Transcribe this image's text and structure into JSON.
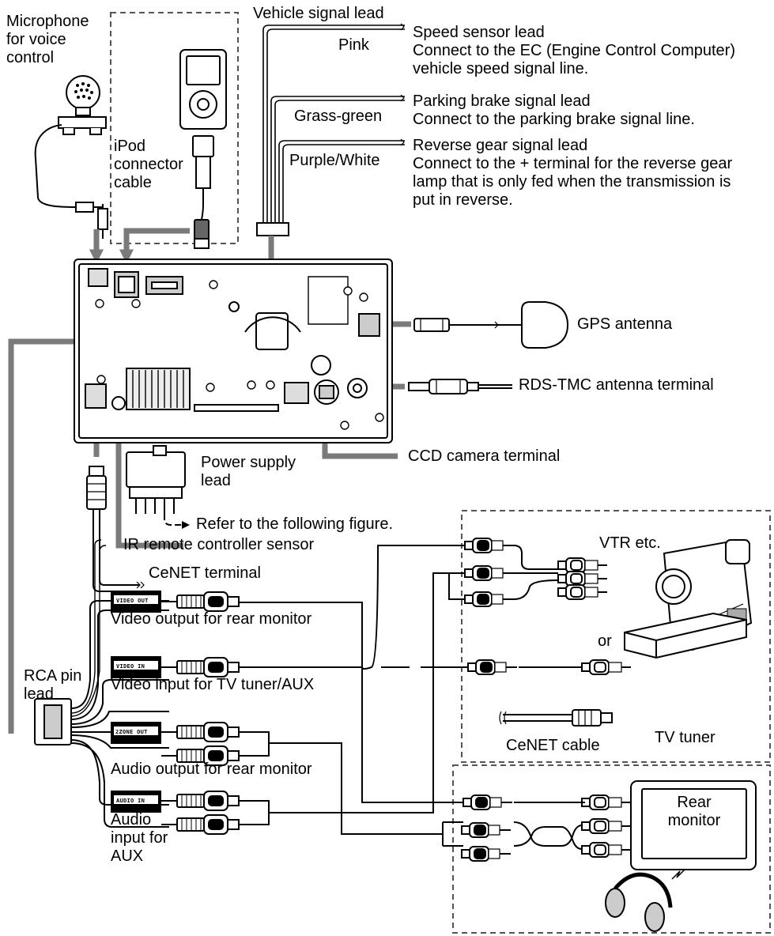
{
  "labels": {
    "mic": "Microphone\nfor voice\ncontrol",
    "ipod_cable": "iPod\nconnector\ncable",
    "vehicle_signal": "Vehicle signal lead",
    "pink": "Pink",
    "grass_green": "Grass-green",
    "purple_white": "Purple/White",
    "speed_title": "Speed sensor lead",
    "speed_desc": "Connect to the EC (Engine Control Computer)\nvehicle speed signal line.",
    "parking_title": "Parking brake signal lead",
    "parking_desc": "Connect to the parking brake signal line.",
    "reverse_title": "Reverse gear signal lead",
    "reverse_desc": "Connect to the + terminal for the reverse gear\nlamp that is only fed when the transmission is\nput in reverse.",
    "gps": "GPS antenna",
    "rds": "RDS-TMC antenna terminal",
    "ccd": "CCD camera terminal",
    "power": "Power supply\nlead",
    "refer": "Refer to the following figure.",
    "ir": "IR remote controller sensor",
    "cenet_terminal": "CeNET terminal",
    "rca": "RCA pin\nlead",
    "video_out_desc": "Video output for rear monitor",
    "video_in_desc": "Video input for TV tuner/AUX",
    "audio_out_desc": "Audio output for rear monitor",
    "audio_in_desc": "Audio\ninput for\nAUX",
    "vtr": "VTR etc.",
    "or": "or",
    "cenet_cable": "CeNET cable",
    "tv_tuner": "TV tuner",
    "rear_monitor": "Rear\nmonitor"
  },
  "tags": {
    "video_out": "VIDEO OUT",
    "video_in": "VIDEO IN",
    "zone_out": "2ZONE OUT",
    "audio_in": "AUDIO IN"
  },
  "colors": {
    "arrow": "#7a7a7a",
    "line": "#000000",
    "dashed": "#555555"
  }
}
